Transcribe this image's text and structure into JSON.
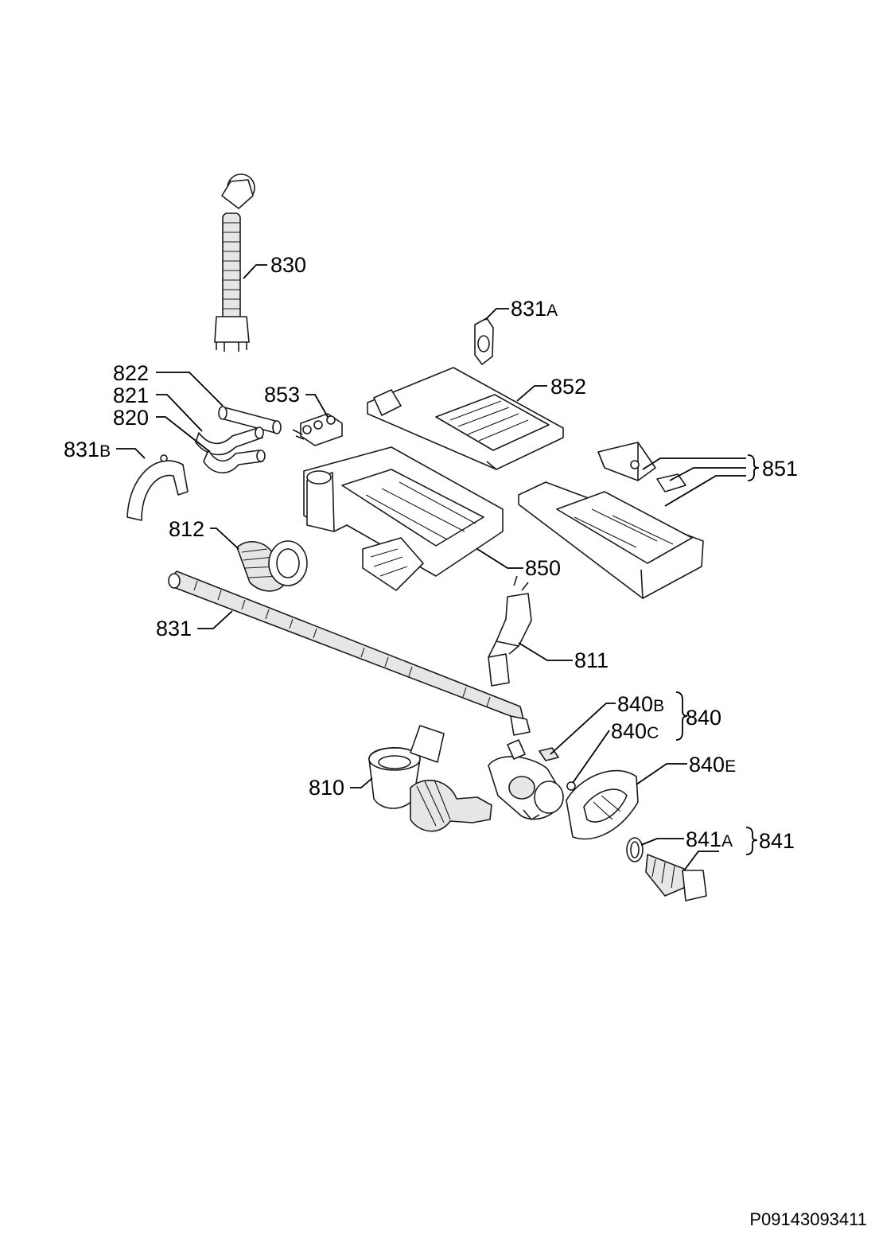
{
  "callouts": {
    "c830": "830",
    "c831a": "831",
    "c831a_suffix": "A",
    "c822": "822",
    "c821": "821",
    "c820": "820",
    "c853": "853",
    "c852": "852",
    "c831b": "831",
    "c831b_suffix": "B",
    "c851": "851",
    "c812": "812",
    "c850": "850",
    "c831": "831",
    "c811": "811",
    "c840b": "840",
    "c840b_suffix": "B",
    "c840": "840",
    "c840c": "840",
    "c840c_suffix": "C",
    "c840e": "840",
    "c840e_suffix": "E",
    "c810": "810",
    "c841a": "841",
    "c841a_suffix": "A",
    "c841": "841"
  },
  "document_id": "P09143093411"
}
